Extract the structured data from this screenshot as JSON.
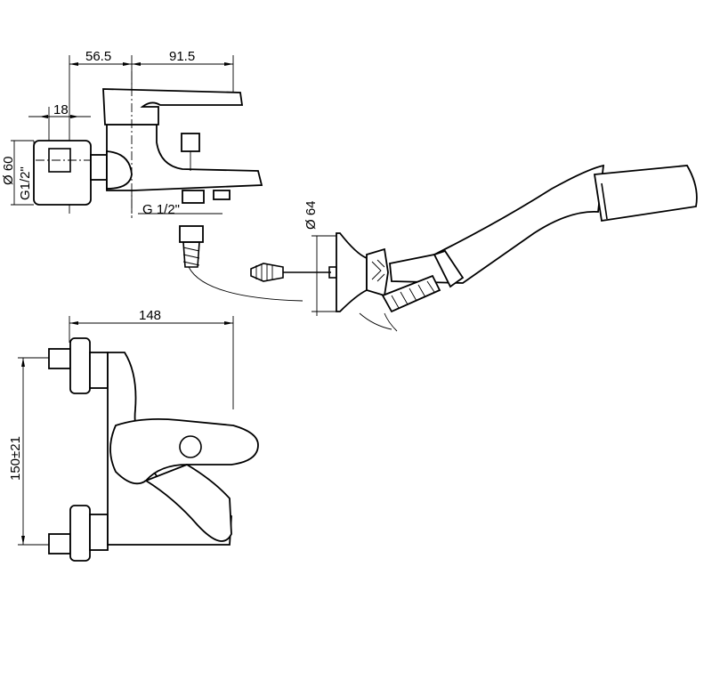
{
  "dimensions": {
    "top_left_width": "56.5",
    "top_right_width": "91.5",
    "inlet_depth": "18",
    "flange_diameter": "Ø 60",
    "inlet_thread": "G1/2\"",
    "outlet_thread": "G 1/2\"",
    "shower_flange_diameter": "Ø 64",
    "front_width": "148",
    "inlet_spacing": "150±21"
  },
  "colors": {
    "line": "#000000",
    "background": "#ffffff"
  }
}
